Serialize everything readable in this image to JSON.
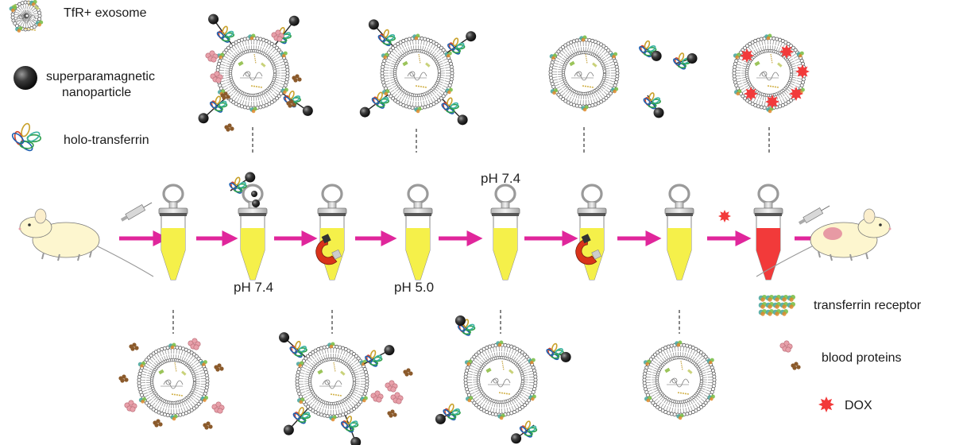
{
  "legend": {
    "exosome": "TfR+ exosome",
    "nanoparticle_line1": "superparamagnetic",
    "nanoparticle_line2": "nanoparticle",
    "holo_transferrin": "holo-transferrin",
    "transferrin_receptor": "transferrin receptor",
    "blood_proteins": "blood proteins",
    "dox": "DOX"
  },
  "ph_labels": {
    "ph_step1": "pH 7.4",
    "ph_step3": "pH 5.0",
    "ph_step4": "pH 7.4"
  },
  "colors": {
    "arrow": "#e0269b",
    "serum_yellow": "#f5f04a",
    "dox_red": "#f23a3a",
    "membrane": "#7a7a7a",
    "nanoparticle": "#2b2b2b",
    "magnet_red": "#d9331a",
    "blood_protein": "#e8a0aa",
    "protein_brown": "#8b5a2b",
    "mouse": "#fdf6cf"
  },
  "tubes": [
    {
      "liquid": "yellow",
      "magnet": false
    },
    {
      "liquid": "yellow",
      "magnet": false
    },
    {
      "liquid": "yellow",
      "magnet": true
    },
    {
      "liquid": "yellow",
      "magnet": false
    },
    {
      "liquid": "yellow",
      "magnet": false
    },
    {
      "liquid": "yellow",
      "magnet": true
    },
    {
      "liquid": "yellow",
      "magnet": false
    },
    {
      "liquid": "red",
      "magnet": false
    }
  ]
}
